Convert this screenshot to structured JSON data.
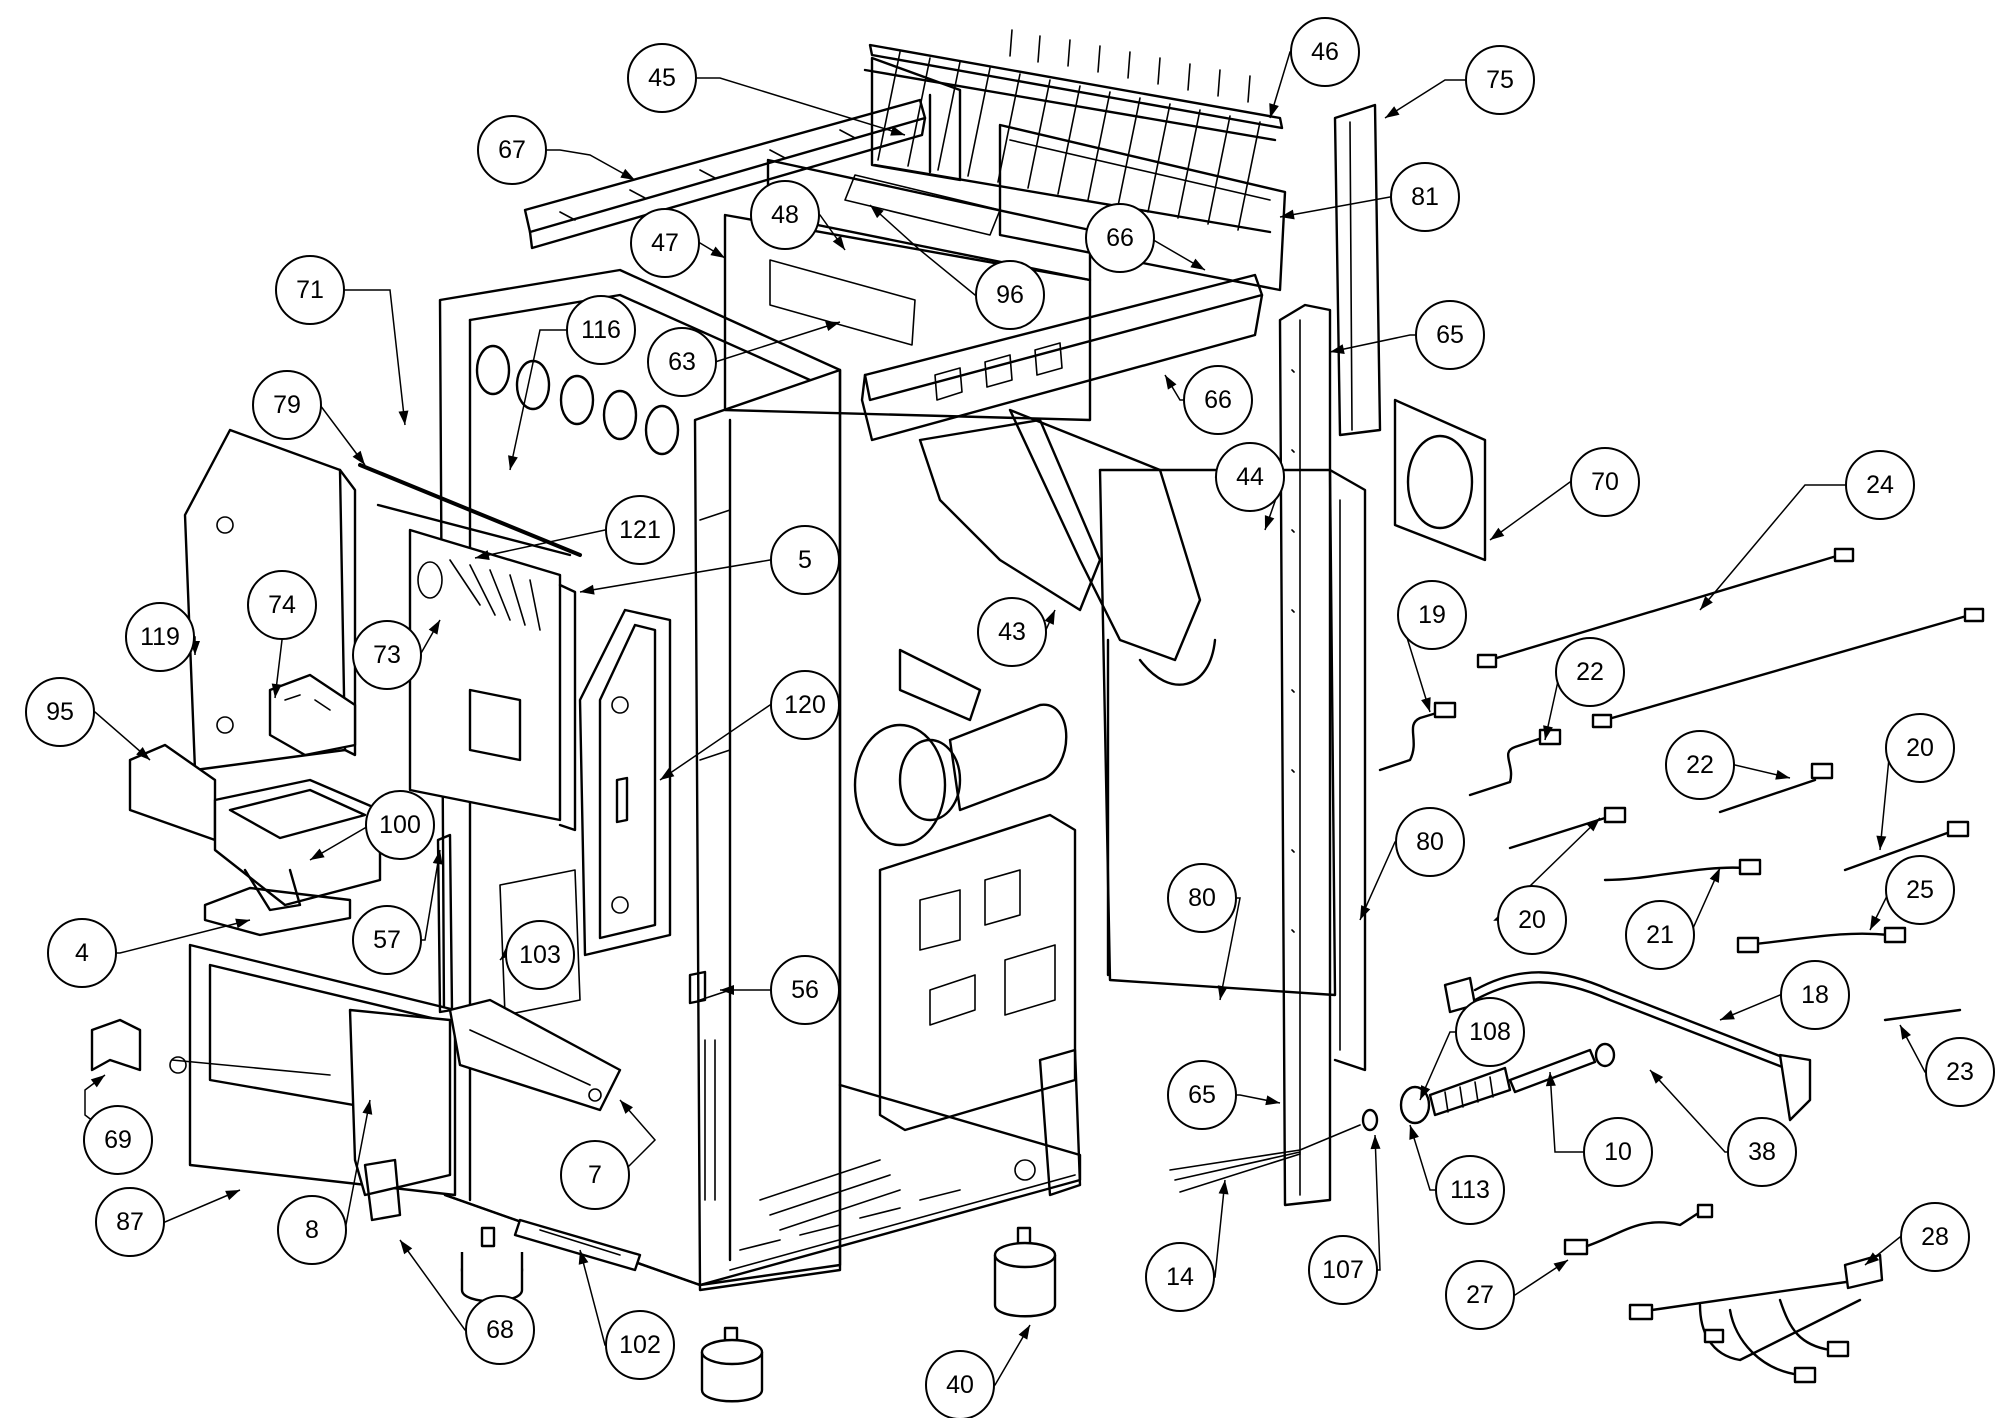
{
  "diagram": {
    "type": "exploded-parts-diagram",
    "callouts": [
      {
        "label": "45",
        "shape": "hopper-rear-panel"
      },
      {
        "label": "46",
        "shape": "top-grille"
      },
      {
        "label": "75",
        "shape": "rear-upright"
      },
      {
        "label": "67",
        "shape": "top-bracket"
      },
      {
        "label": "48",
        "shape": "screw"
      },
      {
        "label": "47",
        "shape": "hopper-side-panel"
      },
      {
        "label": "96",
        "shape": "plate"
      },
      {
        "label": "66",
        "shape": "cross-bracket"
      },
      {
        "label": "81",
        "shape": "top-panel"
      },
      {
        "label": "71",
        "shape": "rod"
      },
      {
        "label": "116",
        "shape": "sensor"
      },
      {
        "label": "63",
        "shape": "deflector"
      },
      {
        "label": "66",
        "shape": "cross-bracket"
      },
      {
        "label": "65",
        "shape": "upright"
      },
      {
        "label": "79",
        "shape": "gasket-rod"
      },
      {
        "label": "121",
        "shape": "seal"
      },
      {
        "label": "44",
        "shape": "feed-chute"
      },
      {
        "label": "70",
        "shape": "flange-plate"
      },
      {
        "label": "24",
        "shape": "cable"
      },
      {
        "label": "5",
        "shape": "door-gasket"
      },
      {
        "label": "74",
        "shape": "bracket"
      },
      {
        "label": "73",
        "shape": "firebrick-grate"
      },
      {
        "label": "119",
        "shape": "door-frame"
      },
      {
        "label": "43",
        "shape": "chute-pipe"
      },
      {
        "label": "19",
        "shape": "sensor-cable"
      },
      {
        "label": "22",
        "shape": "sensor-cable"
      },
      {
        "label": "95",
        "shape": "ash-tray"
      },
      {
        "label": "120",
        "shape": "inner-door"
      },
      {
        "label": "22",
        "shape": "sensor-cable"
      },
      {
        "label": "20",
        "shape": "sensor-cable"
      },
      {
        "label": "100",
        "shape": "burn-pot"
      },
      {
        "label": "80",
        "shape": "side-panel"
      },
      {
        "label": "80",
        "shape": "side-panel"
      },
      {
        "label": "25",
        "shape": "sensor-cable"
      },
      {
        "label": "4",
        "shape": "gasket"
      },
      {
        "label": "57",
        "shape": "hinge"
      },
      {
        "label": "103",
        "shape": "panel"
      },
      {
        "label": "20",
        "shape": "sensor-cable"
      },
      {
        "label": "21",
        "shape": "sensor-cable"
      },
      {
        "label": "56",
        "shape": "latch"
      },
      {
        "label": "108",
        "shape": "hose"
      },
      {
        "label": "18",
        "shape": "power-cord"
      },
      {
        "label": "69",
        "shape": "clip"
      },
      {
        "label": "23",
        "shape": "pin"
      },
      {
        "label": "65",
        "shape": "upright"
      },
      {
        "label": "87",
        "shape": "front-door"
      },
      {
        "label": "8",
        "shape": "door-glass"
      },
      {
        "label": "7",
        "shape": "handle"
      },
      {
        "label": "10",
        "shape": "tube"
      },
      {
        "label": "38",
        "shape": "cap"
      },
      {
        "label": "113",
        "shape": "fitting"
      },
      {
        "label": "14",
        "shape": "wire"
      },
      {
        "label": "107",
        "shape": "nut"
      },
      {
        "label": "28",
        "shape": "wiring-harness"
      },
      {
        "label": "27",
        "shape": "cable"
      },
      {
        "label": "68",
        "shape": "ash-drawer"
      },
      {
        "label": "102",
        "shape": "hinge-plate"
      },
      {
        "label": "40",
        "shape": "foot"
      }
    ]
  }
}
